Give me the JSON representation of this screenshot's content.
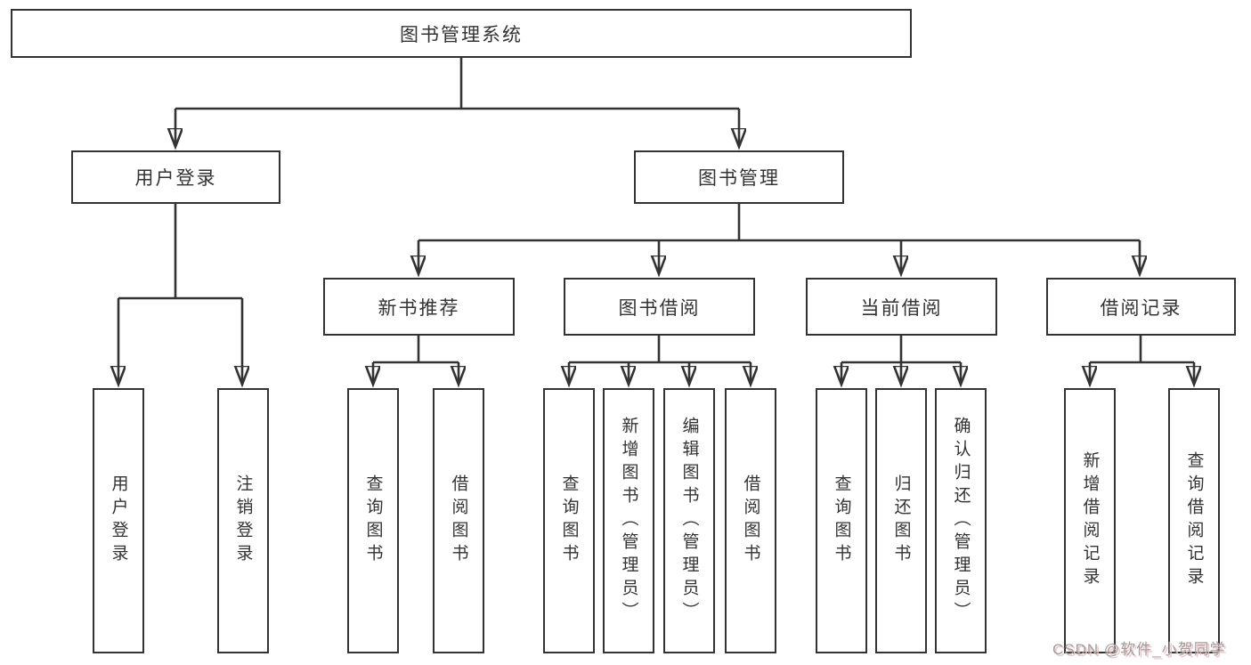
{
  "colors": {
    "line": "#333333",
    "box_border": "#333333",
    "text": "#333333",
    "background": "#ffffff",
    "watermark_text": "#9f9f9f",
    "watermark_accent": "#f0c2c2"
  },
  "watermark": {
    "text": "CSDN @软件_小贺同学"
  },
  "tree": {
    "label": "图书管理系统",
    "children": [
      {
        "label": "用户登录",
        "children": [
          {
            "label": "用户登录"
          },
          {
            "label": "注销登录"
          }
        ]
      },
      {
        "label": "图书管理",
        "children": [
          {
            "label": "新书推荐",
            "children": [
              {
                "label": "查询图书"
              },
              {
                "label": "借阅图书"
              }
            ]
          },
          {
            "label": "图书借阅",
            "children": [
              {
                "label": "查询图书"
              },
              {
                "label": "新增图书（管理员）"
              },
              {
                "label": "编辑图书（管理员）"
              },
              {
                "label": "借阅图书"
              }
            ]
          },
          {
            "label": "当前借阅",
            "children": [
              {
                "label": "查询图书"
              },
              {
                "label": "归还图书"
              },
              {
                "label": "确认归还（管理员）"
              }
            ]
          },
          {
            "label": "借阅记录",
            "children": [
              {
                "label": "新增借阅记录"
              },
              {
                "label": "查询借阅记录"
              }
            ]
          }
        ]
      }
    ]
  }
}
